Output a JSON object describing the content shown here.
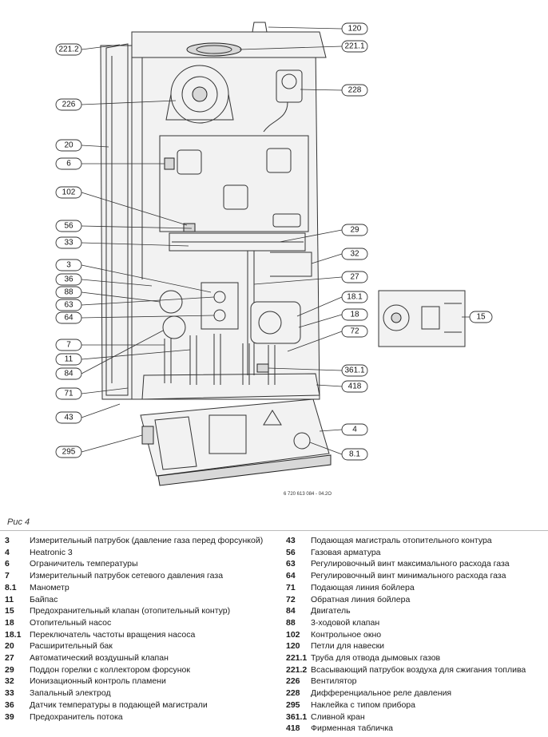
{
  "figure": {
    "callouts": [
      {
        "id": "120"
      },
      {
        "id": "221.2"
      },
      {
        "id": "221.1"
      },
      {
        "id": "228"
      },
      {
        "id": "226"
      },
      {
        "id": "20"
      },
      {
        "id": "6"
      },
      {
        "id": "102"
      },
      {
        "id": "56"
      },
      {
        "id": "29"
      },
      {
        "id": "33"
      },
      {
        "id": "32"
      },
      {
        "id": "3"
      },
      {
        "id": "27"
      },
      {
        "id": "36"
      },
      {
        "id": "88"
      },
      {
        "id": "63"
      },
      {
        "id": "18.1"
      },
      {
        "id": "64"
      },
      {
        "id": "18"
      },
      {
        "id": "72"
      },
      {
        "id": "15"
      },
      {
        "id": "7"
      },
      {
        "id": "11"
      },
      {
        "id": "84"
      },
      {
        "id": "361.1"
      },
      {
        "id": "71"
      },
      {
        "id": "418"
      },
      {
        "id": "43"
      },
      {
        "id": "4"
      },
      {
        "id": "295"
      },
      {
        "id": "8.1"
      }
    ],
    "part_code": "6 720 613 084 - 04.2O"
  },
  "caption": "Рис 4",
  "legend_left": [
    {
      "num": "3",
      "text": "Измерительный патрубок (давление газа перед форсункой)"
    },
    {
      "num": "4",
      "text": "Heatronic 3"
    },
    {
      "num": "6",
      "text": "Ограничитель температуры"
    },
    {
      "num": "7",
      "text": "Измерительный патрубок сетевого давления газа"
    },
    {
      "num": "8.1",
      "text": "Манометр"
    },
    {
      "num": "11",
      "text": "Байпас"
    },
    {
      "num": "15",
      "text": "Предохранительный клапан (отопительный контур)"
    },
    {
      "num": "18",
      "text": "Отопительный насос"
    },
    {
      "num": "18.1",
      "text": "Переключатель частоты вращения насоса"
    },
    {
      "num": "20",
      "text": "Расширительный бак"
    },
    {
      "num": "27",
      "text": "Автоматический воздушный клапан"
    },
    {
      "num": "29",
      "text": "Поддон горелки с коллектором форсунок"
    },
    {
      "num": "32",
      "text": "Ионизационный контроль пламени"
    },
    {
      "num": "33",
      "text": "Запальный электрод"
    },
    {
      "num": "36",
      "text": "Датчик температуры в подающей магистрали"
    },
    {
      "num": "39",
      "text": "Предохранитель потока"
    }
  ],
  "legend_right": [
    {
      "num": "43",
      "text": "Подающая магистраль отопительного контура"
    },
    {
      "num": "56",
      "text": "Газовая арматура"
    },
    {
      "num": "63",
      "text": "Регулировочный винт максимального расхода газа"
    },
    {
      "num": "64",
      "text": "Регулировочный винт минимального расхода газа"
    },
    {
      "num": "71",
      "text": "Подающая линия бойлера"
    },
    {
      "num": "72",
      "text": "Обратная линия бойлера"
    },
    {
      "num": "84",
      "text": "Двигатель"
    },
    {
      "num": "88",
      "text": "3-ходовой клапан"
    },
    {
      "num": "102",
      "text": "Контрольное окно"
    },
    {
      "num": "120",
      "text": "Петли для навески"
    },
    {
      "num": "221.1",
      "text": "Труба для отвода дымовых газов"
    },
    {
      "num": "221.2",
      "text": "Всасывающий патрубок воздуха для сжигания топлива"
    },
    {
      "num": "226",
      "text": "Вентилятор"
    },
    {
      "num": "228",
      "text": "Дифференциальное реле давления"
    },
    {
      "num": "295",
      "text": "Наклейка с типом прибора"
    },
    {
      "num": "361.1",
      "text": "Сливной кран"
    },
    {
      "num": "418",
      "text": "Фирменная табличка"
    }
  ]
}
